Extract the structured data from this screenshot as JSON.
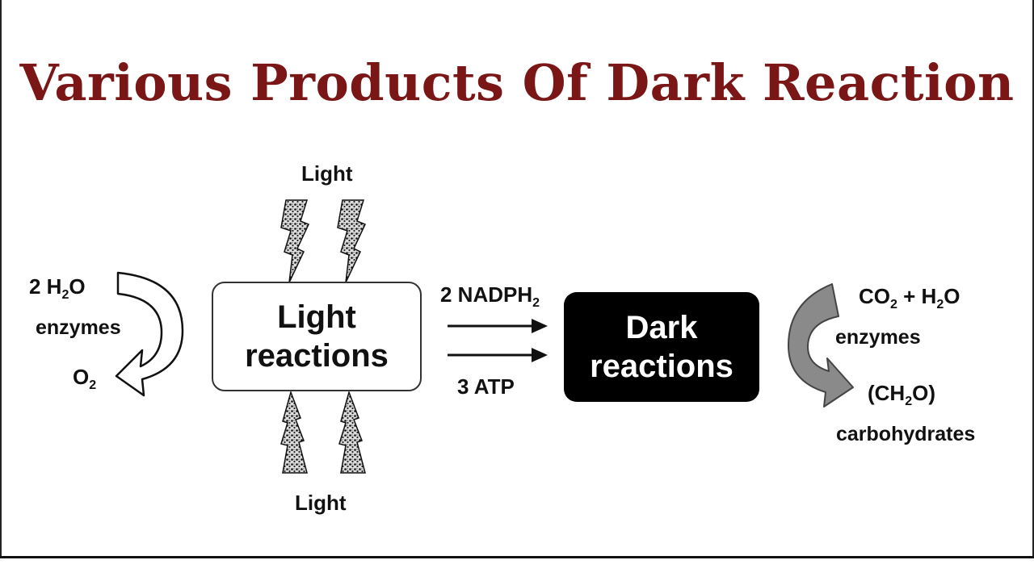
{
  "title": "Various Products Of Dark Reaction",
  "light_top_label": "Light",
  "light_bottom_label": "Light",
  "left": {
    "water_coef": "2 H",
    "water_sub": "2",
    "water_o": "O",
    "enzymes": "enzymes",
    "oxygen_o": "O",
    "oxygen_sub": "2"
  },
  "light_reactions": {
    "line1": "Light",
    "line2": "reactions"
  },
  "transfer": {
    "nadph": "2 NADPH",
    "nadph_sub": "2",
    "atp": "3 ATP"
  },
  "dark_reactions": {
    "line1": "Dark",
    "line2": "reactions"
  },
  "right": {
    "co2_c": "CO",
    "co2_sub": "2",
    "plus_h": " + H",
    "h2o_sub": "2",
    "h2o_o": "O",
    "enzymes": "enzymes",
    "ch2o_open": "(CH",
    "ch2o_sub": "2",
    "ch2o_close": "O)",
    "carbohydrates": "carbohydrates"
  },
  "colors": {
    "title": "#7a1616",
    "dark_box": "#000000",
    "right_arrow": "#8a8a8a"
  }
}
